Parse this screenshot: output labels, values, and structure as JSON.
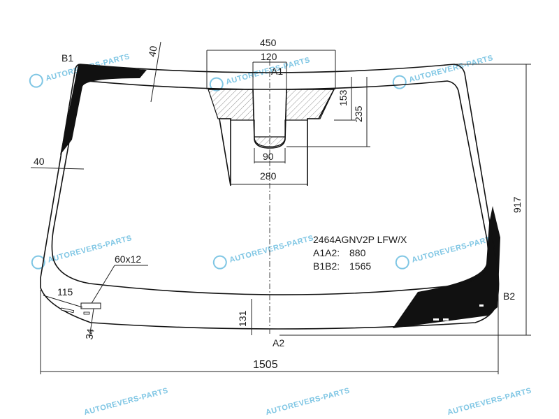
{
  "part_code": "2464AGNV2P LFW/X",
  "a1a2_label": "A1A2:",
  "a1a2_value": "880",
  "b1b2_label": "B1B2:",
  "b1b2_value": "1565",
  "points": {
    "a1": "A1",
    "a2": "A2",
    "b1": "B1",
    "b2": "B2"
  },
  "dimensions": {
    "overall_width": "1505",
    "overall_height": "917",
    "sensor_outer_width": "450",
    "sensor_inner_width": "120",
    "sensor_neck_width": "90",
    "sensor_base_width": "280",
    "sensor_height_inner": "153",
    "sensor_height_outer": "235",
    "top_band": "40",
    "side_band": "40",
    "bottom_band": "131",
    "vin_window": "60x12",
    "vin_offset_x": "115",
    "vin_offset_y": "34"
  },
  "watermark": "AUTOREVERS-PARTS",
  "watermark_logo": "AR",
  "colors": {
    "line": "#111111",
    "watermark": "#7fc6e4",
    "black_print": "#111111"
  }
}
